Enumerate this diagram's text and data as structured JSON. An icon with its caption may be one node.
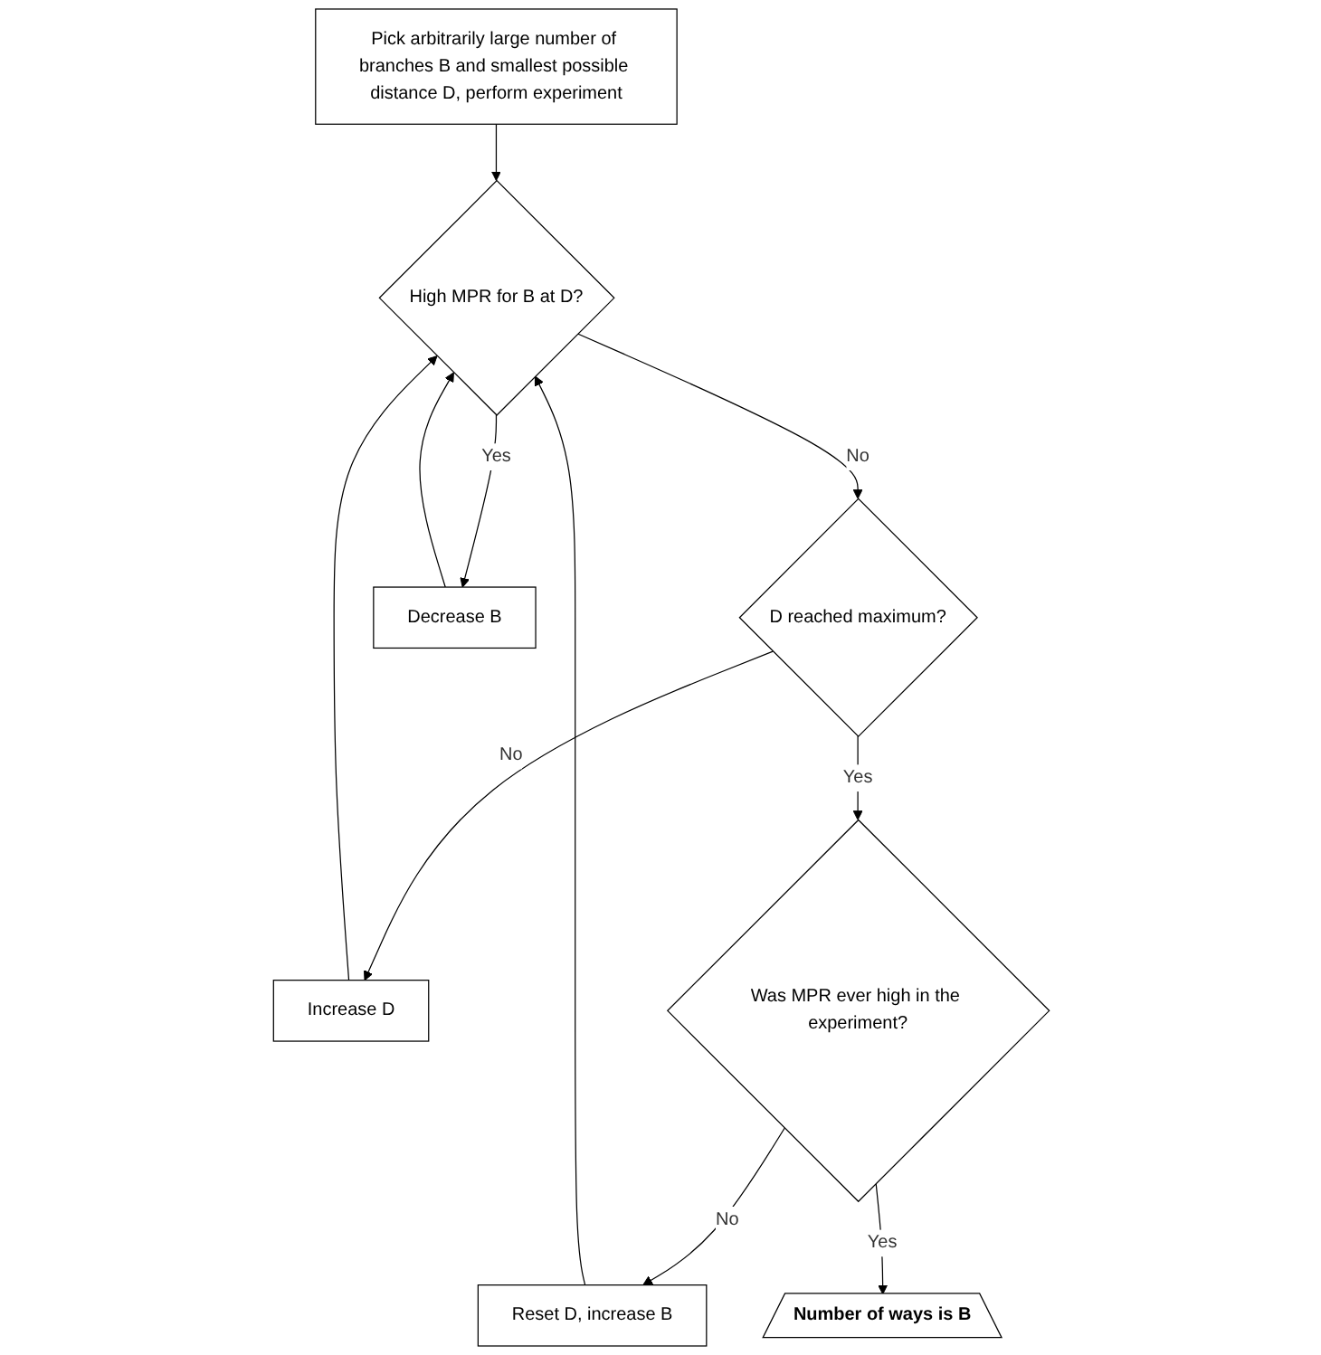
{
  "diagram": {
    "nodes": [
      {
        "text": [
          "Pick arbitrarily large number of branches B and smallest possible distance D, perform experiment"
        ]
      },
      {
        "text": [
          "High MPR for B at D?"
        ]
      },
      {
        "text": [
          "D reached maximum?"
        ]
      },
      {
        "text": [
          "Decrease B"
        ]
      },
      {
        "text": [
          "Increase D"
        ]
      },
      {
        "text": [
          "Was MPR ever high in the experiment?"
        ]
      },
      {
        "text": [
          "Reset D, increase B"
        ]
      },
      {
        "text": [
          "Number of ways is B"
        ]
      }
    ],
    "edges": [
      {
        "from": 0,
        "to": 1,
        "arrow": "to"
      },
      {
        "from": 6,
        "to": 1,
        "arrow": "to"
      },
      {
        "from": 3,
        "to": 1,
        "arrow": "to"
      },
      {
        "from": 4,
        "to": 1,
        "arrow": "to"
      },
      {
        "from": 1,
        "to": 3,
        "label": "Yes",
        "arrow": "to"
      },
      {
        "from": 1,
        "to": 2,
        "label": "No",
        "arrow": "to"
      },
      {
        "from": 2,
        "to": 4,
        "label": "No",
        "arrow": "to"
      },
      {
        "from": 2,
        "to": 5,
        "label": "Yes",
        "arrow": "to"
      },
      {
        "from": 5,
        "to": 6,
        "label": "No",
        "arrow": "to"
      },
      {
        "from": 5,
        "to": 7,
        "label": "Yes",
        "arrow": "to"
      }
    ]
  }
}
